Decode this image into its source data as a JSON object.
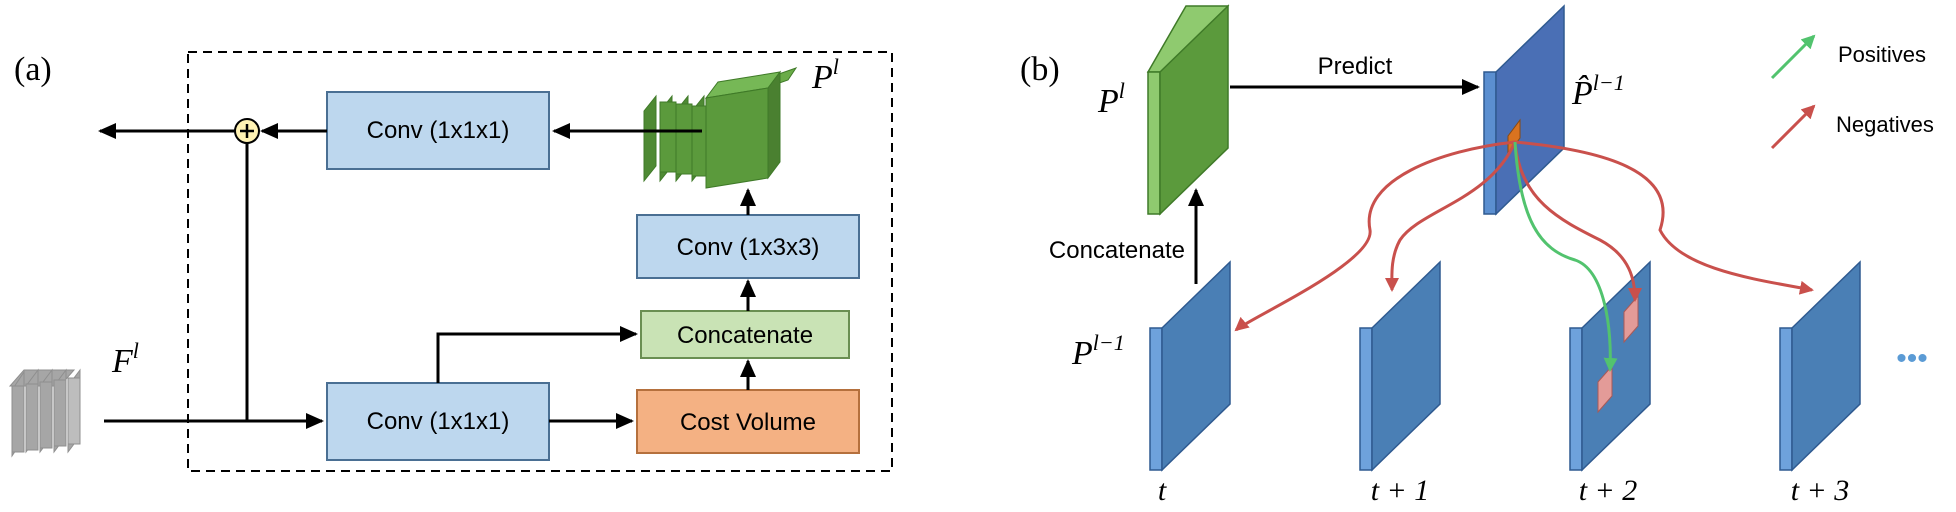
{
  "panel_a": {
    "label": "(a)",
    "input": {
      "main": "F",
      "sup": "l"
    },
    "output": {
      "main": "P",
      "sup": "l"
    },
    "boxes": {
      "conv_top": "Conv (1x1x1)",
      "conv_bottom": "Conv (1x1x1)",
      "conv_3x3": "Conv (1x3x3)",
      "concatenate": "Concatenate",
      "cost_volume": "Cost Volume"
    }
  },
  "panel_b": {
    "label": "(b)",
    "p_l": {
      "main": "P",
      "sup": "l"
    },
    "p_hat": {
      "main": "P̂",
      "sup": "l−1"
    },
    "p_prev": {
      "main": "P",
      "sup": "l−1"
    },
    "predict": "Predict",
    "concatenate": "Concatenate",
    "legend": {
      "positives": "Positives",
      "negatives": "Negatives"
    },
    "timesteps": [
      "t",
      "t + 1",
      "t + 2",
      "t + 3"
    ],
    "ellipsis": "•••"
  },
  "colors": {
    "conv_box": "#bdd7ee",
    "concat_box": "#c9e3b5",
    "cost_box": "#f4b183",
    "box_border": "#4a6f93",
    "green_feature": "#5b9a3c",
    "blue_feature": "#4a7fb5",
    "gray_feature": "#a6a6a6",
    "positive": "#52c36e",
    "negative": "#c9504c",
    "sum_node": "#fff2b3"
  }
}
